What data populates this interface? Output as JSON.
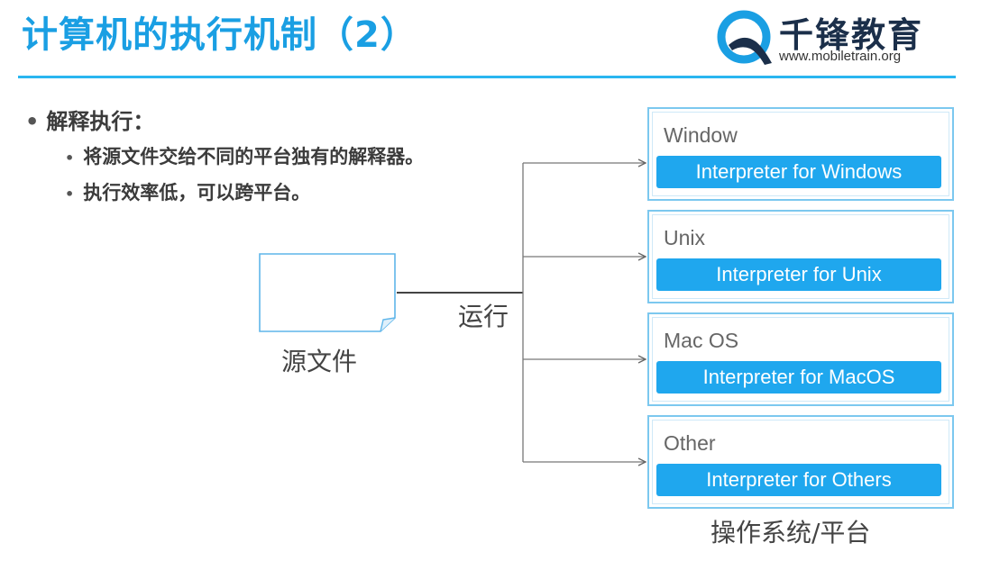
{
  "header": {
    "title": "计算机的执行机制（2）",
    "logo_name": "千锋教育",
    "logo_url": "www.mobiletrain.org"
  },
  "content": {
    "bullet": "解释执行：",
    "sub_bullets": [
      "将源文件交给不同的平台独有的解释器。",
      "执行效率低，可以跨平台。"
    ]
  },
  "diagram": {
    "source_label": "源文件",
    "run_label": "运行",
    "os_label": "操作系统/平台",
    "platforms": [
      {
        "name": "Window",
        "interpreter": "Interpreter for Windows"
      },
      {
        "name": "Unix",
        "interpreter": "Interpreter for Unix"
      },
      {
        "name": "Mac OS",
        "interpreter": "Interpreter for MacOS"
      },
      {
        "name": "Other",
        "interpreter": "Interpreter for Others"
      }
    ]
  },
  "colors": {
    "title": "#1a9fe3",
    "rule": "#29b6f0",
    "interpreter_bg": "#1fa7ee",
    "box_border": "#7cc8ef"
  },
  "icons": [
    "mobiletrain-logo-icon",
    "document-icon",
    "arrow-icon"
  ]
}
